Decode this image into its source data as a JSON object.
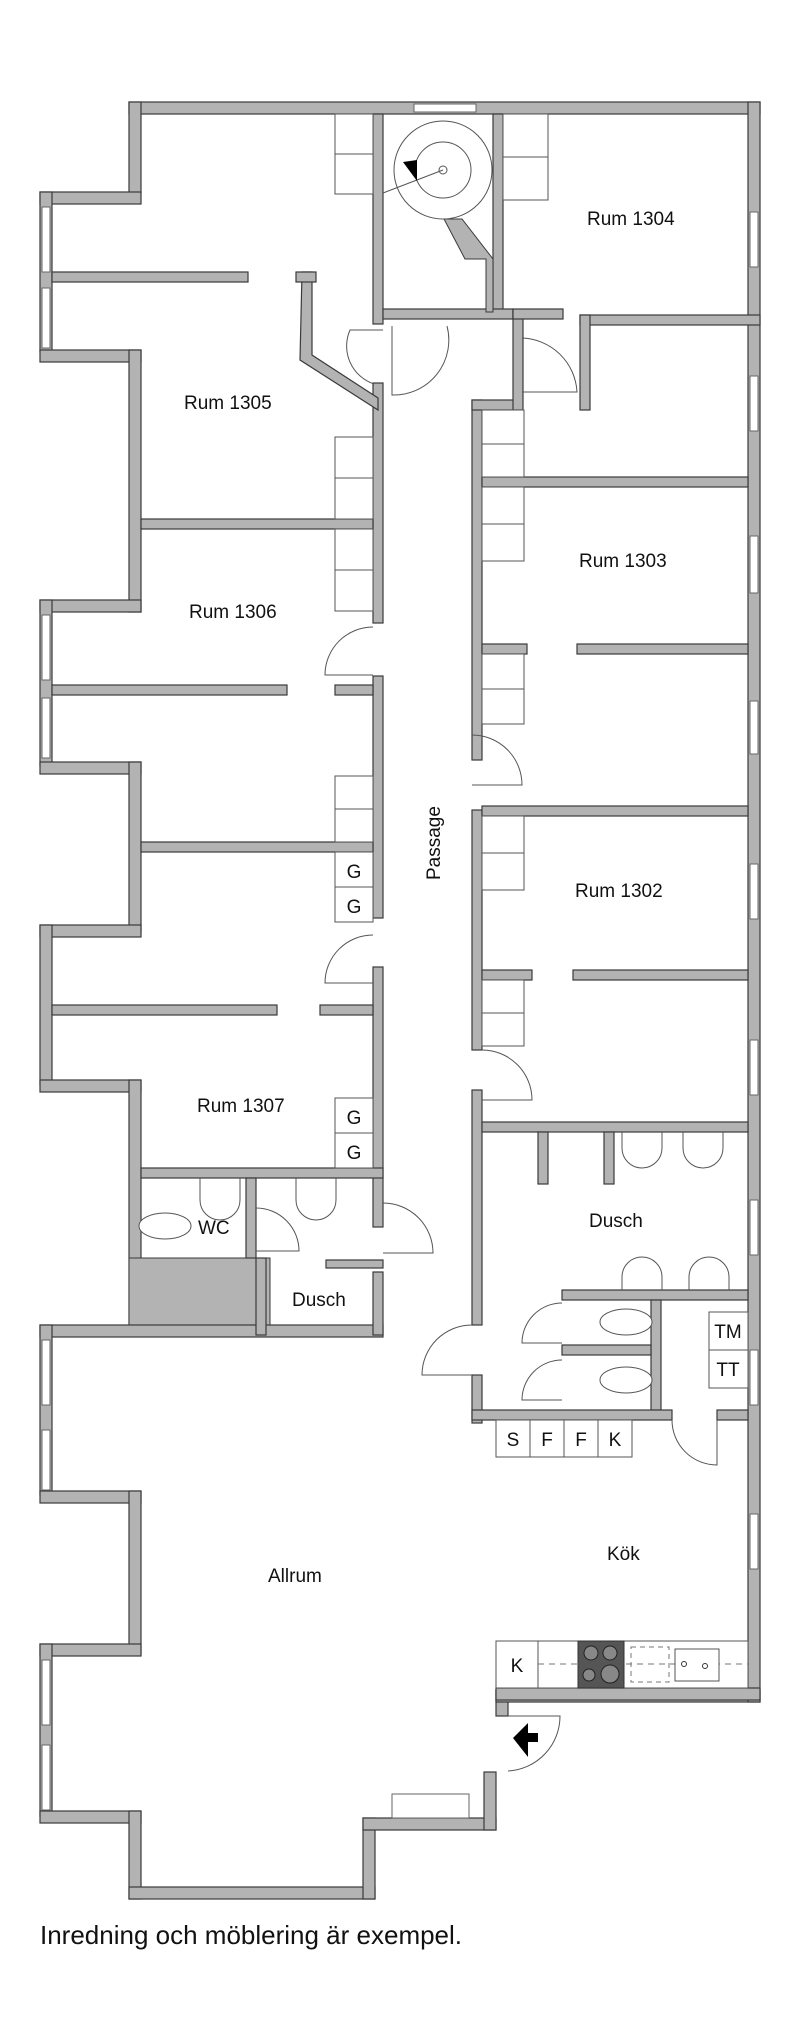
{
  "plan": {
    "rooms": [
      {
        "id": "rum-1305",
        "label": "Rum 1305"
      },
      {
        "id": "rum-1306",
        "label": "Rum 1306"
      },
      {
        "id": "rum-1307",
        "label": "Rum 1307"
      },
      {
        "id": "rum-1304",
        "label": "Rum 1304"
      },
      {
        "id": "rum-1303",
        "label": "Rum 1303"
      },
      {
        "id": "rum-1302",
        "label": "Rum 1302"
      },
      {
        "id": "passage",
        "label": "Passage"
      },
      {
        "id": "wc",
        "label": "WC"
      },
      {
        "id": "dusch-small",
        "label": "Dusch"
      },
      {
        "id": "dusch-large",
        "label": "Dusch"
      },
      {
        "id": "allrum",
        "label": "Allrum"
      },
      {
        "id": "kok",
        "label": "Kök"
      }
    ],
    "fixtures": {
      "wardrobe_g": "G",
      "laundry_tm": "TM",
      "laundry_tt": "TT",
      "kitchen_s": "S",
      "kitchen_f": "F",
      "kitchen_k": "K",
      "kitchen_k2": "K"
    },
    "colors": {
      "wall": "#b3b3b3",
      "outline": "#3a3a3a",
      "stove": "#555555"
    }
  },
  "footnote": "Inredning och möblering är exempel."
}
